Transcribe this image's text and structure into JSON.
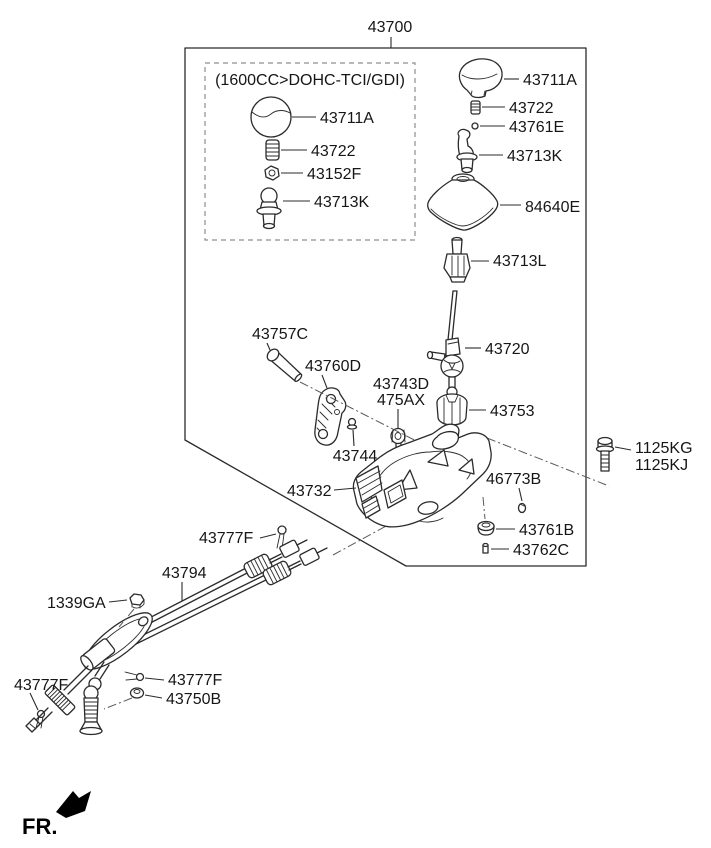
{
  "diagram": {
    "assembly_label": "43700",
    "fr_indicator": "FR.",
    "inset": {
      "header": "(1600CC>DOHC-TCI/GDI)",
      "knob": "43711A",
      "spring": "43722",
      "nut": "43152F",
      "lever_top": "43713K"
    },
    "callouts": {
      "knob": "43711A",
      "knob_spring": "43722",
      "detent_ball": "43761E",
      "lever_top": "43713K",
      "boot": "84640E",
      "lever_lower": "43713L",
      "shift_lever": "43720",
      "damper": "43753",
      "pivot_pin": "43757C",
      "bracket": "43760D",
      "washer_a": "43743D",
      "washer_b": "475AX",
      "stud": "43744",
      "housing": "43732",
      "bolt_a": "1125KG",
      "bolt_b": "1125KJ",
      "clip": "46773B",
      "grommet": "43761B",
      "pin": "43762C",
      "cotter_pin_upper": "43777F",
      "cable_assembly": "43794",
      "lock_nut": "1339GA",
      "cotter_pin_left": "43777F",
      "cotter_pin_mid": "43777F",
      "cable_grommet": "43750B"
    }
  }
}
